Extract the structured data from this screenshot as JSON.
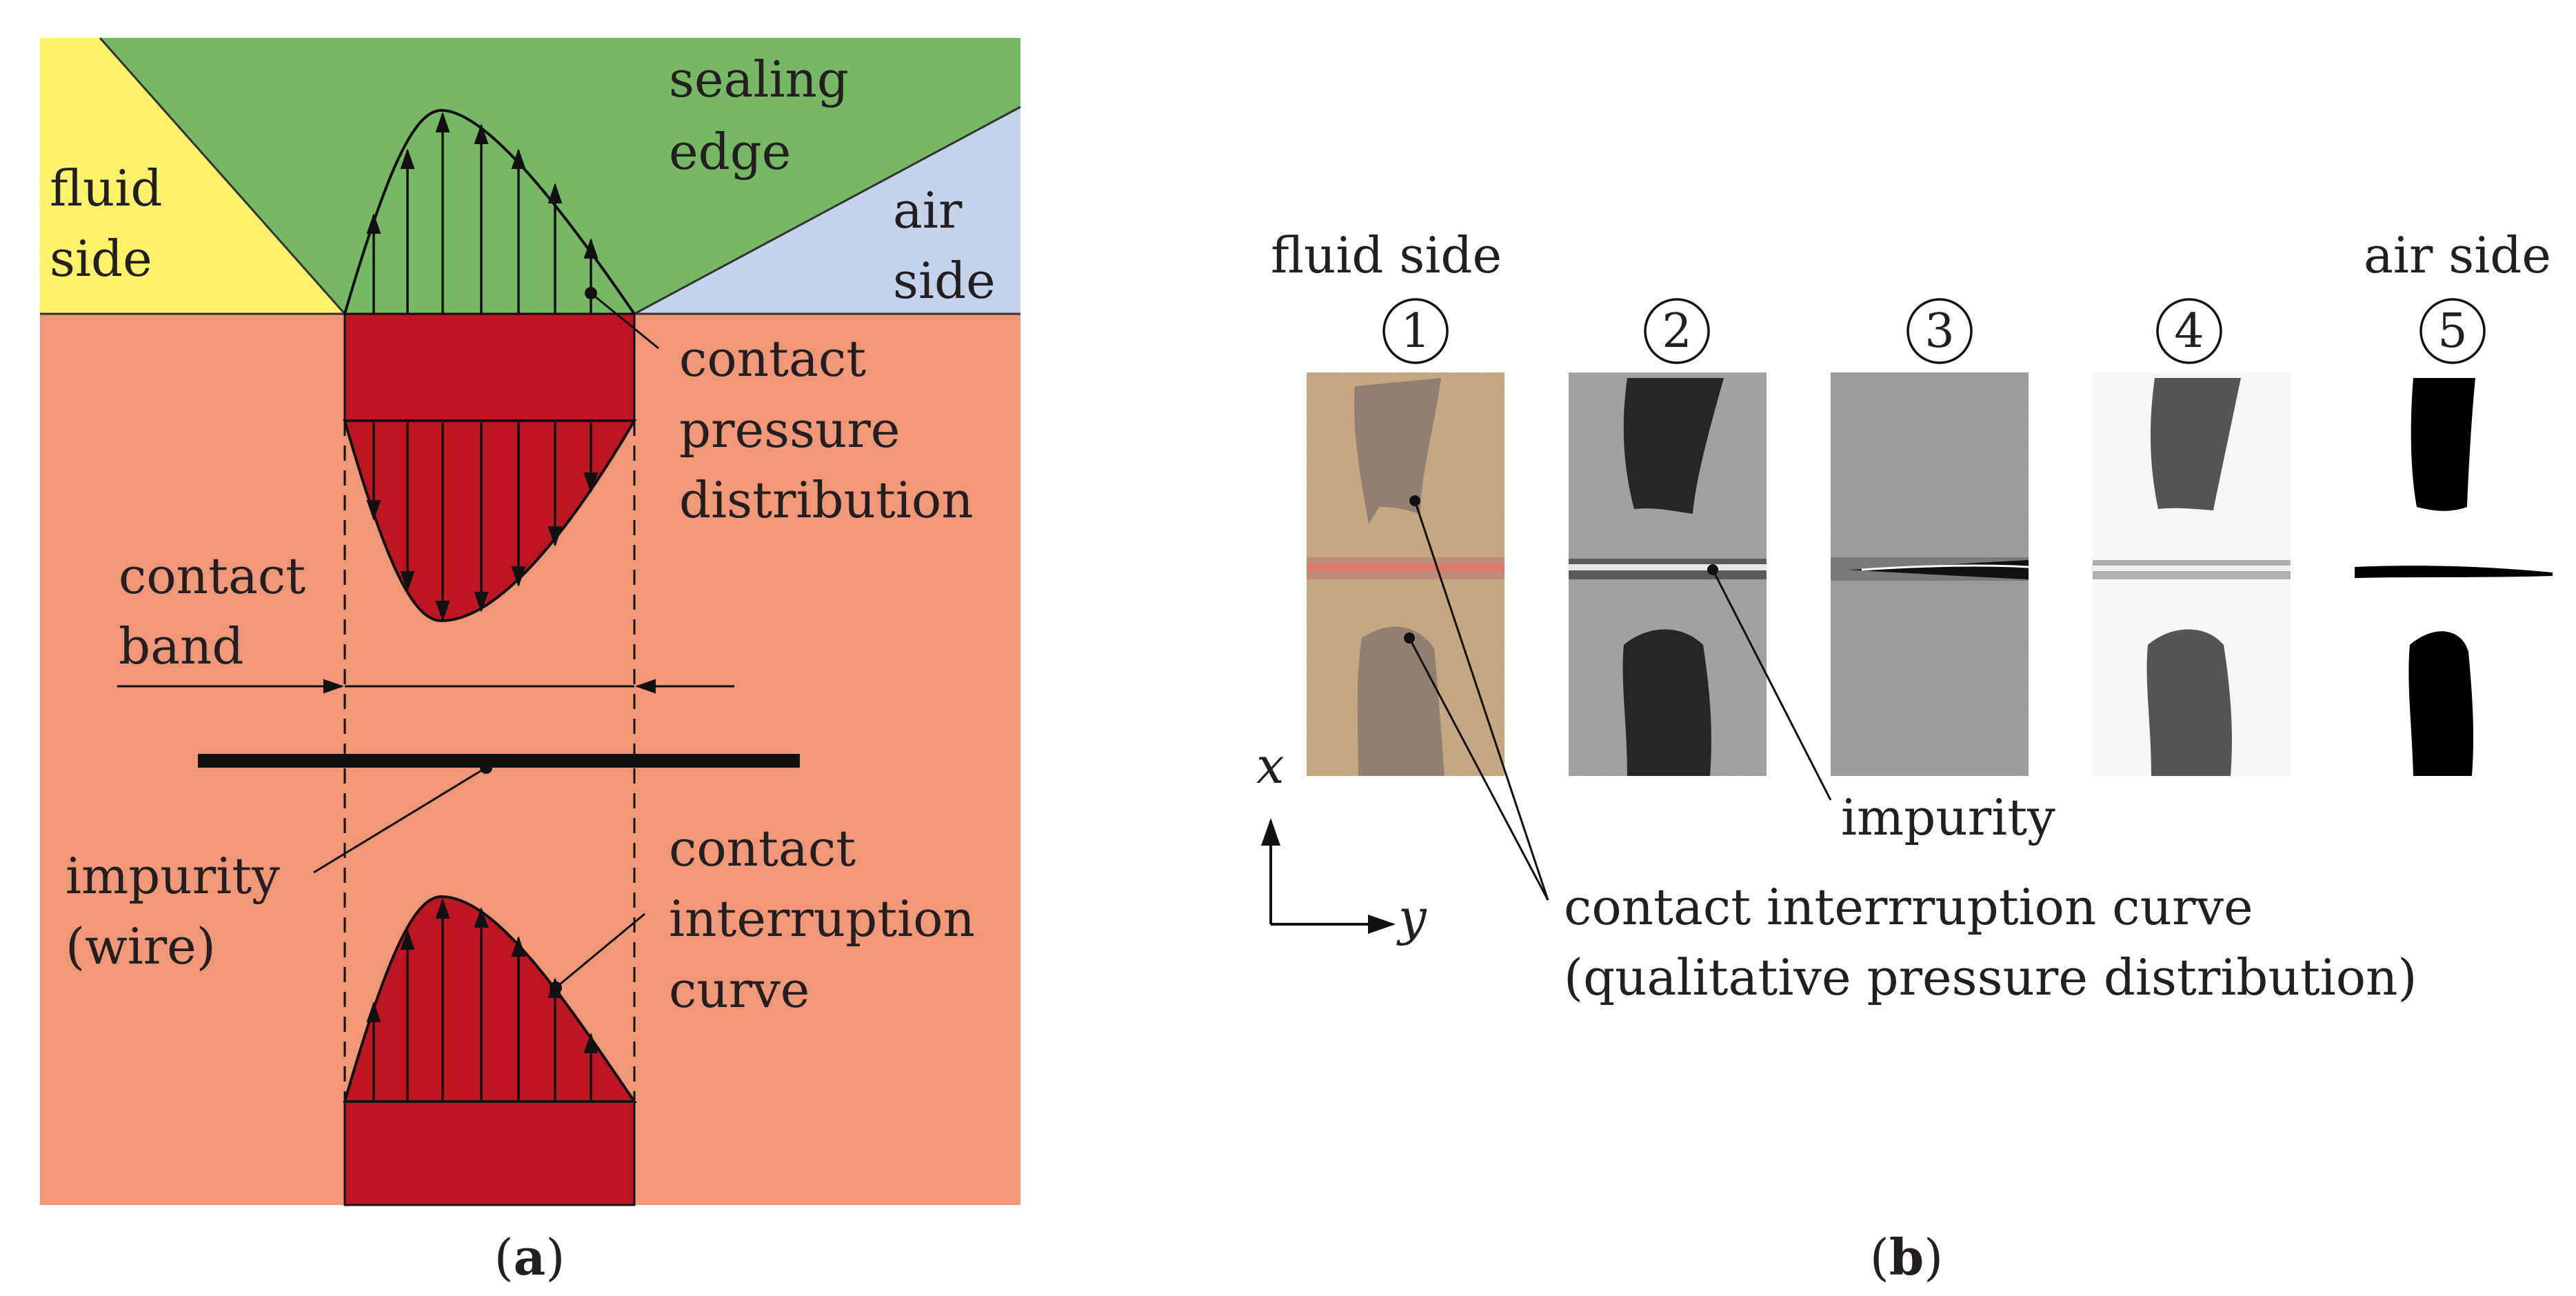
{
  "colors": {
    "fluid_side": "#fcf26b",
    "sealing_edge": "#77b865",
    "air_side": "#c4d2ea",
    "background_salmon": "#f09778",
    "contact_red": "#bd1622",
    "line_dark": "#1a1a1a"
  },
  "panel_a": {
    "fluid_side": [
      "fluid",
      "side"
    ],
    "sealing_edge": [
      "sealing",
      "edge"
    ],
    "air_side": [
      "air",
      "side"
    ],
    "contact_pressure_distribution": [
      "contact",
      "pressure",
      "distribution"
    ],
    "contact_band": [
      "contact",
      "band"
    ],
    "impurity_wire": [
      "impurity",
      "(wire)"
    ],
    "contact_interruption_curve": [
      "contact",
      "interruption",
      "curve"
    ],
    "caption_letter": "a"
  },
  "panel_b": {
    "fluid_side": "fluid side",
    "air_side": "air side",
    "step_numbers": [
      "1",
      "2",
      "3",
      "4",
      "5"
    ],
    "x_axis": "x",
    "y_axis": "y",
    "impurity": "impurity",
    "contact_interruption_curve": [
      "contact interrruption curve",
      "(qualitative pressure distribution)"
    ],
    "caption_letter": "b"
  }
}
